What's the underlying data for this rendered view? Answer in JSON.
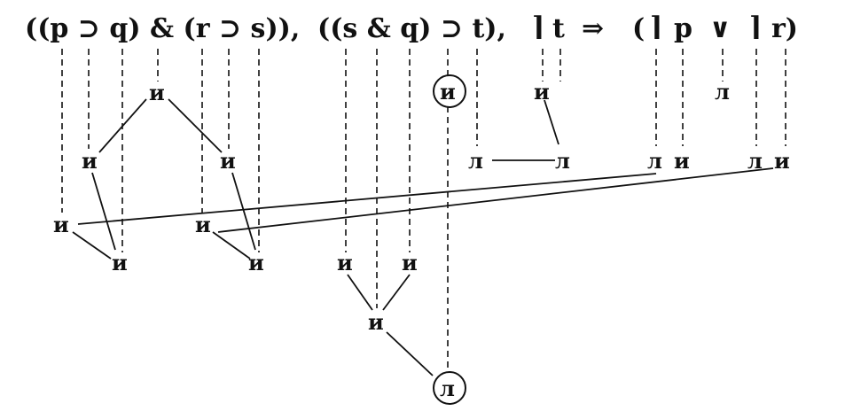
{
  "formula": {
    "premise1": "((p ⊃ q) & (r ⊃ s)),",
    "premise2": "((s & q) ⊃ t),",
    "premise3_neg": "⌉",
    "premise3_var": "t",
    "arrow": "⇒",
    "conclusion_open": "(",
    "conclusion_neg1": "⌉",
    "conclusion_p": "p",
    "conclusion_or": "∨",
    "conclusion_neg2": "⌉",
    "conclusion_r": "r)"
  },
  "values": {
    "and_top": "и",
    "pq_impl": "и",
    "rs_impl": "и",
    "t_circle": "и",
    "neg_t_value": "и",
    "or_value": "л",
    "t_false": "л",
    "t_false_b": "л",
    "neg_p": "л",
    "p_val": "и",
    "neg_r": "л",
    "r_val": "и",
    "p_row": "и",
    "q_row": "и",
    "r_row": "и",
    "s_row": "и",
    "s2_row": "и",
    "q2_row": "и",
    "sq_and": "и",
    "bottom_circle": "л"
  }
}
